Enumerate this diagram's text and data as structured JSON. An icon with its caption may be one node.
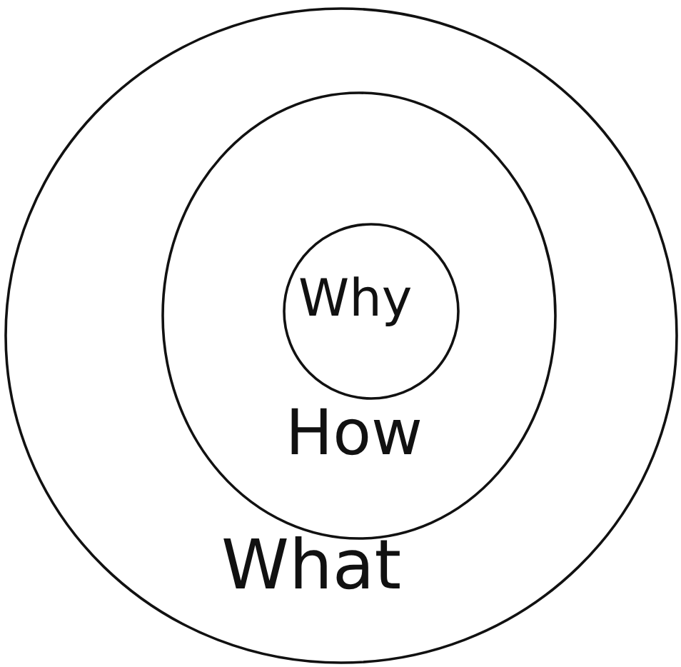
{
  "diagram": {
    "nodes": [
      {
        "text": [
          "What"
        ]
      },
      {
        "text": [
          "How"
        ],
        "in": 0
      },
      {
        "text": [
          "Why"
        ],
        "in": 1
      }
    ],
    "edges": []
  }
}
